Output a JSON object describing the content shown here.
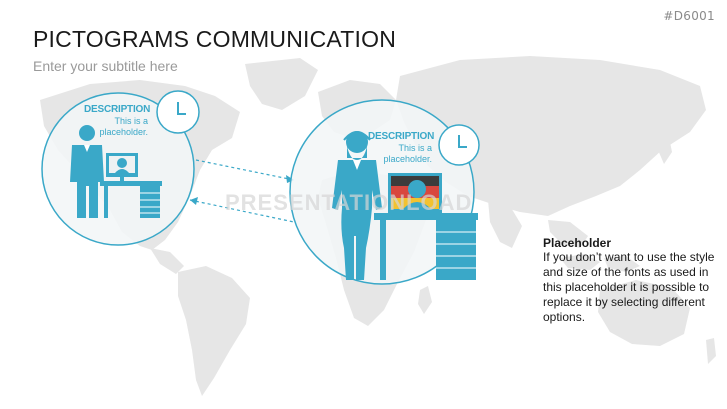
{
  "slide": {
    "code": "#D6001",
    "title": "PICTOGRAMS COMMUNICATION",
    "subtitle": "Enter your subtitle here"
  },
  "left_circle": {
    "description_title": "DESCRIPTION",
    "description_line1": "This is a",
    "description_line2": "placeholder."
  },
  "right_circle": {
    "description_title": "DESCRIPTION",
    "description_line1": "This is a",
    "description_line2": "placeholder."
  },
  "textbox": {
    "heading": "Placeholder",
    "body": "If you don’t want to use the style and size of the fonts as used in this placeholder it is possible to replace it by selecting different options."
  },
  "watermark": "PRESENTATIONLOAD",
  "icons": [
    "clock-icon",
    "businessman-icon",
    "businesswoman-icon",
    "computer-monitor-icon",
    "desk-icon",
    "world-map"
  ],
  "colors": {
    "accent": "#3aa8c8",
    "map": "#e4e4e4",
    "circle_fill": "#f2f6f7",
    "title": "#1a1a1a",
    "subtitle": "#9a9a9a"
  }
}
